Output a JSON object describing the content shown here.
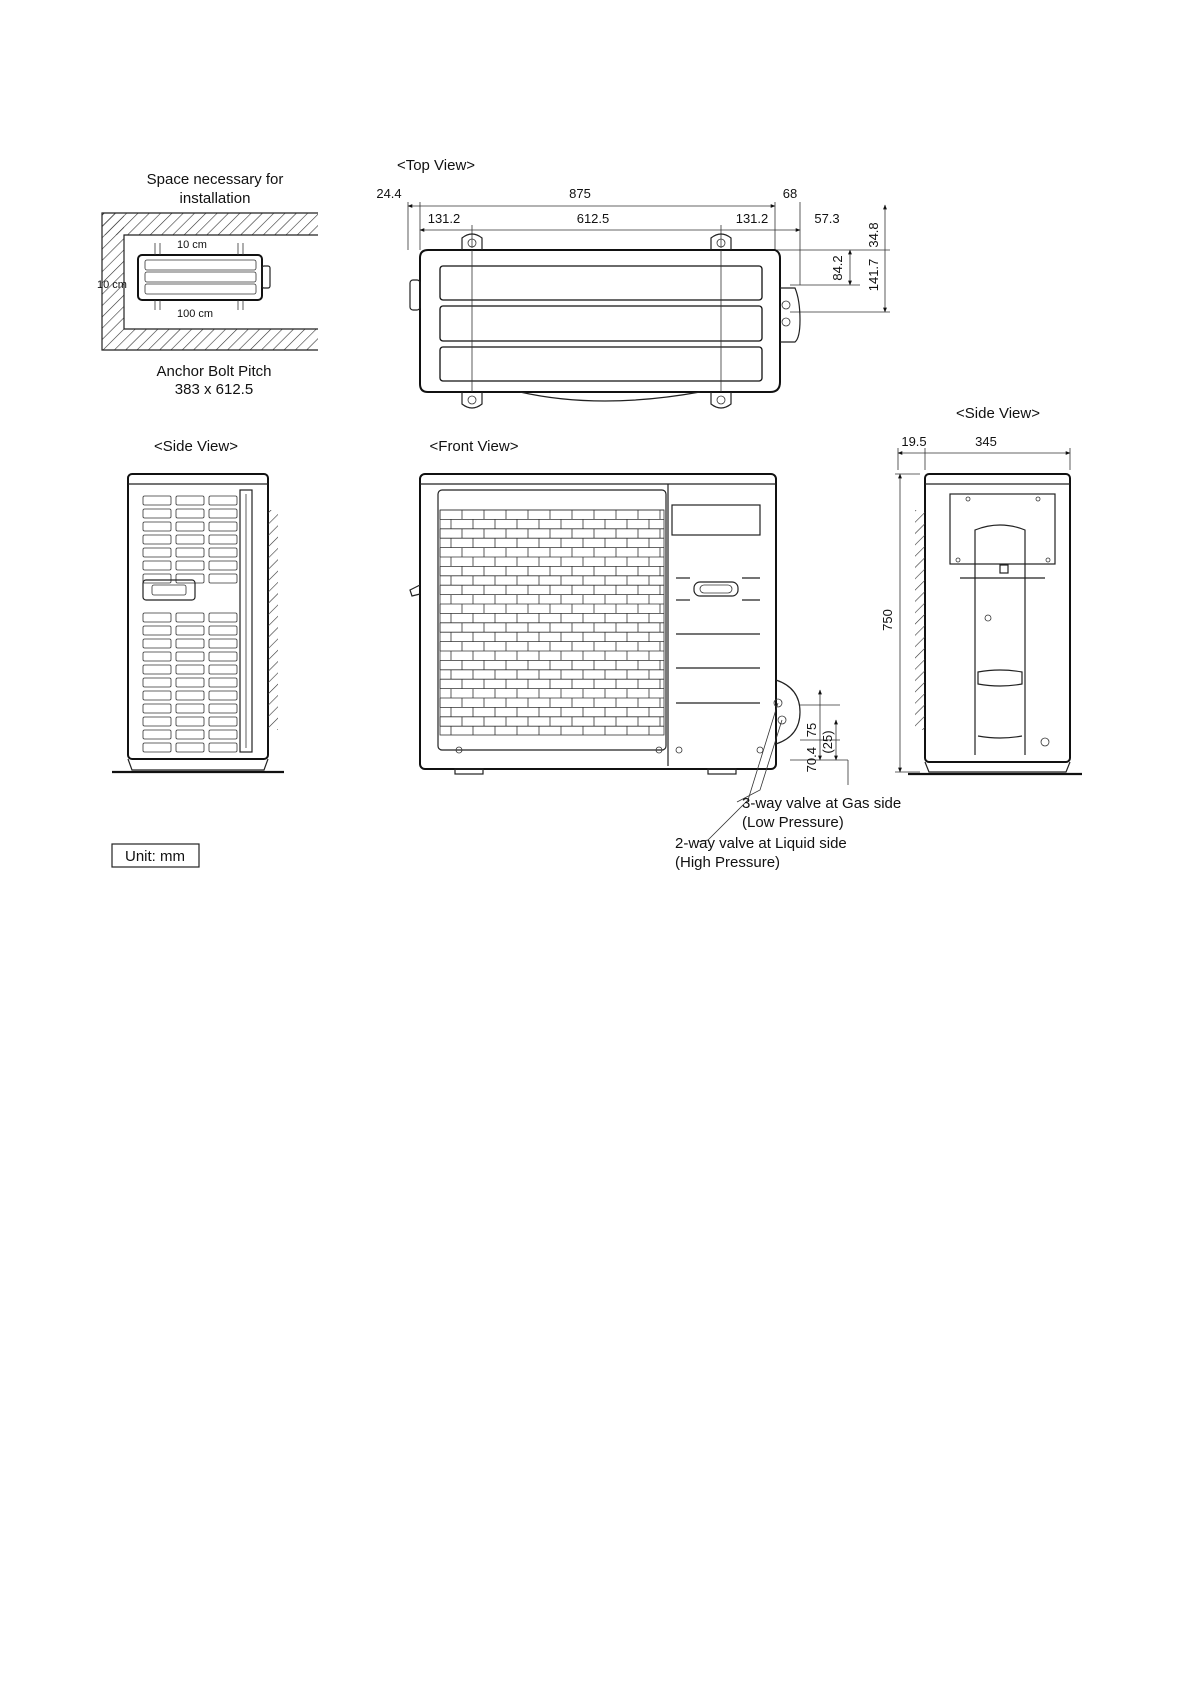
{
  "space": {
    "title_line1": "Space necessary for",
    "title_line2": "installation",
    "top_clearance": "10 cm",
    "left_clearance": "10 cm",
    "front_clearance": "100 cm",
    "anchor_line1": "Anchor Bolt Pitch",
    "anchor_line2": "383 x 612.5"
  },
  "top_view": {
    "title": "<Top View>",
    "dims": {
      "left_offset": "24.4",
      "total_width": "875",
      "right_overhang": "68",
      "left_pitch": "131.2",
      "bolt_pitch": "612.5",
      "right_pitch": "131.2",
      "right_offset": "57.3",
      "v_top": "34.8",
      "v_mid": "84.2",
      "v_total": "141.7"
    }
  },
  "side_view_left": {
    "title": "<Side View>"
  },
  "front_view": {
    "title": "<Front View>",
    "dims": {
      "h1": "75",
      "h2": "70.4",
      "h3": "(25)"
    },
    "callouts": {
      "gas_line1": "3-way valve at Gas side",
      "gas_line2": "(Low Pressure)",
      "liquid_line1": "2-way valve at Liquid side",
      "liquid_line2": "(High Pressure)"
    }
  },
  "side_view_right": {
    "title": "<Side View>",
    "dims": {
      "depth_offset": "19.5",
      "depth": "345",
      "height": "750"
    }
  },
  "unit_label": "Unit: mm"
}
